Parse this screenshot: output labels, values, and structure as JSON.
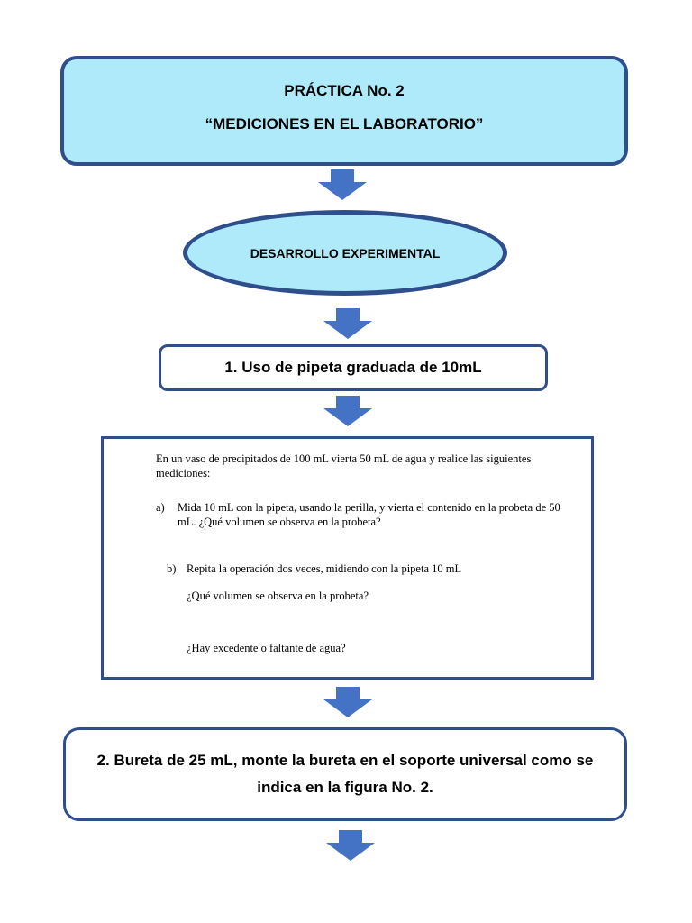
{
  "colors": {
    "fill": "#aeeafa",
    "border": "#2e4f8c",
    "arrow": "#4472c4"
  },
  "title": {
    "line1": "PRÁCTICA No. 2",
    "line2": "“MEDICIONES EN EL LABORATORIO”"
  },
  "section": {
    "label": "DESARROLLO EXPERIMENTAL"
  },
  "step1": {
    "label": "1. Uso de pipeta graduada de 10mL"
  },
  "instructions": {
    "intro_line1": "En un vaso de precipitados de 100 mL vierta 50 mL de agua y realice las siguientes",
    "intro_line2": "mediciones:",
    "a_marker": "a)",
    "a_line1": "Mida 10 mL con la pipeta, usando la perilla, y vierta el contenido en la probeta de 50",
    "a_line2": "mL. ¿Qué volumen se observa en la probeta?",
    "b_marker": "b)",
    "b_line1": "Repita la operación dos veces, midiendo con la pipeta 10 mL",
    "b_q1": "¿Qué volumen se observa en la probeta?",
    "b_q2": "¿Hay excedente o faltante de agua?"
  },
  "step2": {
    "label": "2. Bureta de 25 mL, monte la bureta en el soporte universal como se indica en la figura No. 2."
  },
  "arrows": [
    "arrow-down-icon",
    "arrow-down-icon",
    "arrow-down-icon",
    "arrow-down-icon",
    "arrow-down-icon"
  ]
}
